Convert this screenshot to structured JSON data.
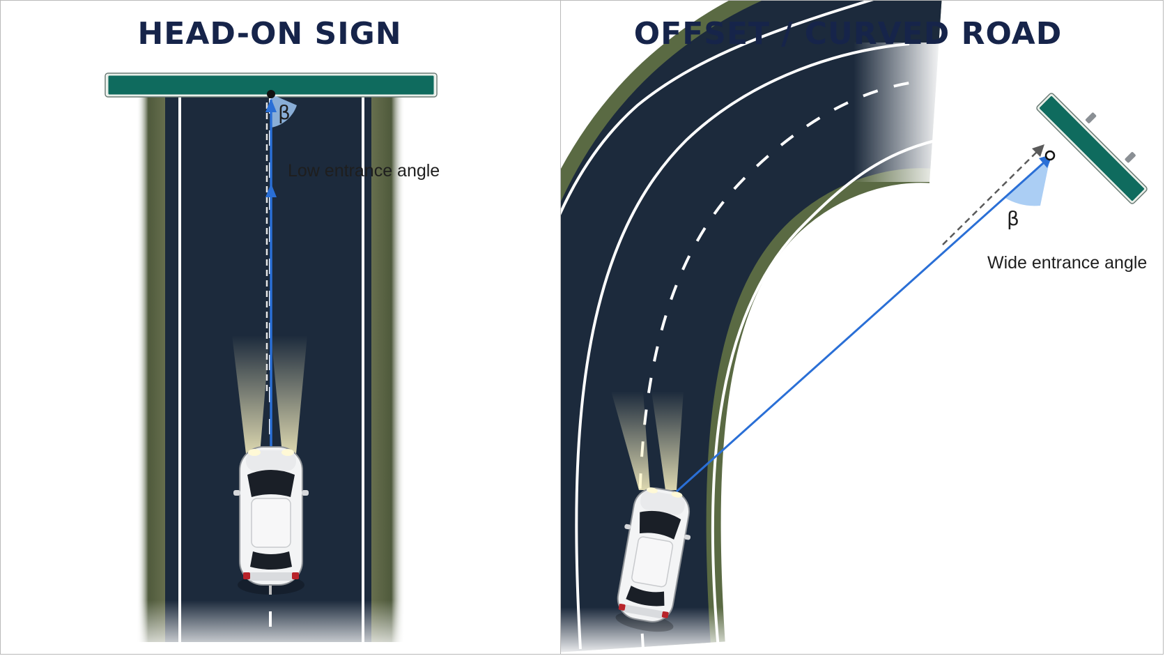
{
  "left_panel": {
    "title": "HEAD-ON SIGN",
    "angle_symbol": "β",
    "angle_label": "Low entrance angle"
  },
  "right_panel": {
    "title": "OFFSET / CURVED ROAD",
    "angle_symbol": "β",
    "angle_label": "Wide entrance angle"
  },
  "colors": {
    "title": "#16244a",
    "road": "#1c2a3c",
    "sign": "#0f6b5e",
    "ray": "#2a6fd6",
    "angle_wedge": "#9cc5f2",
    "grass": "#5d6b48"
  }
}
